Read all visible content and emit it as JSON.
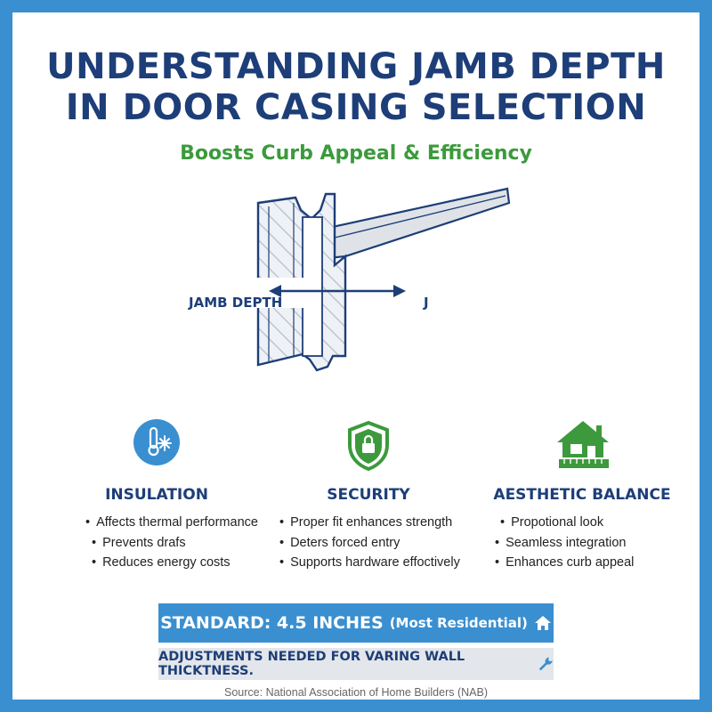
{
  "header": {
    "title_line1": "UNDERSTANDING JAMB DEPTH",
    "title_line2": "IN DOOR CASING SELECTION",
    "subtitle": "Boosts Curb Appeal & Efficiency"
  },
  "diagram": {
    "jamb_label": "JAMB DEPTH",
    "end_label": "J"
  },
  "features": [
    {
      "title": "INSULATION",
      "icon": "thermometer-snowflake-icon",
      "bullets": [
        "Affects thermal performance",
        "Prevents drafs",
        "Reduces energy costs"
      ]
    },
    {
      "title": "SECURITY",
      "icon": "shield-lock-icon",
      "bullets": [
        "Proper fit enhances strength",
        "Deters forced entry",
        "Supports hardware effoctively"
      ]
    },
    {
      "title": "AESTHETIC BALANCE",
      "icon": "house-ruler-icon",
      "bullets": [
        "Propotional look",
        "Seamless integration",
        "Enhances curb appeal"
      ]
    }
  ],
  "standard": {
    "main": "STANDARD: 4.5 INCHES",
    "note": "(Most Residential)",
    "icon": "home-icon"
  },
  "adjustment": {
    "text": "ADJUSTMENTS NEEDED FOR VARING WALL THICKTNESS.",
    "icon": "wrench-icon"
  },
  "source": "Source: National Association of Home Builders (NAB)",
  "colors": {
    "frame": "#3a8fd0",
    "navy": "#1d3e78",
    "green": "#3c9a3c",
    "banner_gray": "#e3e6ea"
  }
}
